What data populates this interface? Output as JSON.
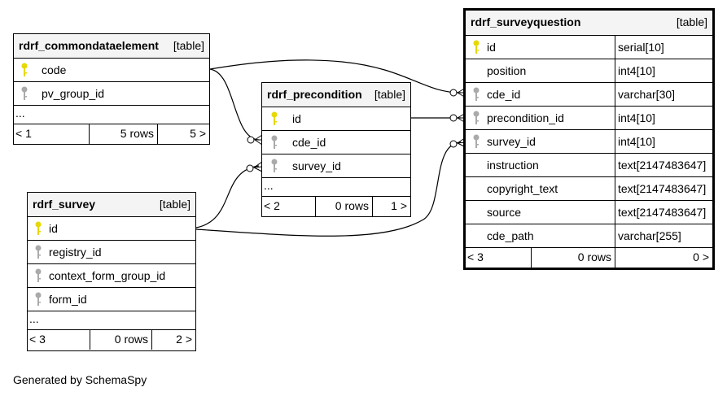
{
  "tables": {
    "commondataelement": {
      "name": "rdrf_commondataelement",
      "kind": "[table]",
      "columns": [
        {
          "name": "code",
          "key": "primary"
        },
        {
          "name": "pv_group_id",
          "key": "foreign"
        }
      ],
      "more": "...",
      "prev": "< 1",
      "rows": "5 rows",
      "next": "5 >"
    },
    "precondition": {
      "name": "rdrf_precondition",
      "kind": "[table]",
      "columns": [
        {
          "name": "id",
          "key": "primary"
        },
        {
          "name": "cde_id",
          "key": "foreign"
        },
        {
          "name": "survey_id",
          "key": "foreign"
        }
      ],
      "more": "...",
      "prev": "< 2",
      "rows": "0 rows",
      "next": "1 >"
    },
    "survey": {
      "name": "rdrf_survey",
      "kind": "[table]",
      "columns": [
        {
          "name": "id",
          "key": "primary"
        },
        {
          "name": "registry_id",
          "key": "foreign"
        },
        {
          "name": "context_form_group_id",
          "key": "foreign"
        },
        {
          "name": "form_id",
          "key": "foreign"
        }
      ],
      "more": "...",
      "prev": "< 3",
      "rows": "0 rows",
      "next": "2 >"
    },
    "surveyquestion": {
      "name": "rdrf_surveyquestion",
      "kind": "[table]",
      "columns": [
        {
          "name": "id",
          "type": "serial[10]",
          "key": "primary"
        },
        {
          "name": "position",
          "type": "int4[10]",
          "key": "none"
        },
        {
          "name": "cde_id",
          "type": "varchar[30]",
          "key": "foreign"
        },
        {
          "name": "precondition_id",
          "type": "int4[10]",
          "key": "foreign"
        },
        {
          "name": "survey_id",
          "type": "int4[10]",
          "key": "foreign"
        },
        {
          "name": "instruction",
          "type": "text[2147483647]",
          "key": "none"
        },
        {
          "name": "copyright_text",
          "type": "text[2147483647]",
          "key": "none"
        },
        {
          "name": "source",
          "type": "text[2147483647]",
          "key": "none"
        },
        {
          "name": "cde_path",
          "type": "varchar[255]",
          "key": "none"
        }
      ],
      "prev": "< 3",
      "rows": "0 rows",
      "next": "0 >"
    }
  },
  "footer": "Generated by SchemaSpy",
  "colors": {
    "primary_key": "#e6d800",
    "foreign_key": "#aaaaaa",
    "header_bg": "#f4f4f4"
  }
}
